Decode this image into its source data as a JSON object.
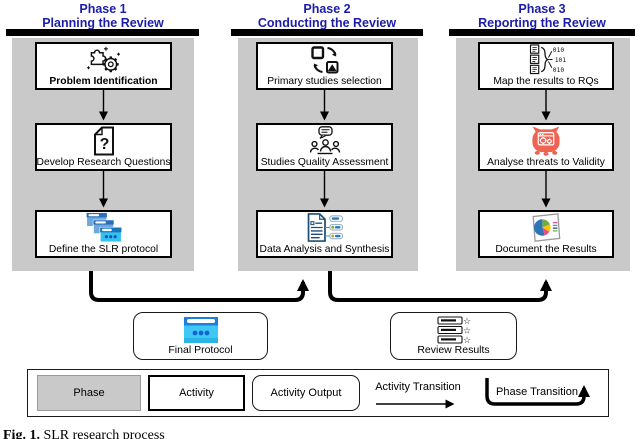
{
  "figure": {
    "caption_prefix": "Fig. 1.",
    "caption_text": "SLR research process"
  },
  "colors": {
    "phase_title_blue": "#1c1ca8",
    "panel_gray": "#c9c9c9",
    "monster_red": "#ee6352",
    "window_header_blue": "#1b75bc",
    "window_cyan": "#33c1f0",
    "document_navy": "#1f4e79",
    "pie_blue": "#2e75b6",
    "pie_green": "#70ad47",
    "pie_yellow": "#ffc000",
    "pie_pink": "#e84f8a"
  },
  "phases": [
    {
      "id": "phase-1",
      "title_line1": "Phase 1",
      "title_line2": "Planning the Review",
      "activities": [
        {
          "label": "Problem Identification",
          "icon": "puzzle-gear-icon"
        },
        {
          "label": "Develop Research Questions",
          "icon": "question-document-icon"
        },
        {
          "label": "Define the SLR protocol",
          "icon": "cascading-windows-icon"
        }
      ]
    },
    {
      "id": "phase-2",
      "title_line1": "Phase 2",
      "title_line2": "Conducting the Review",
      "activities": [
        {
          "label": "Primary studies selection",
          "icon": "shape-conversion-icon"
        },
        {
          "label": "Studies Quality Assessment",
          "icon": "team-discussion-icon"
        },
        {
          "label": "Data Analysis and Synthesis",
          "icon": "document-analysis-icon"
        }
      ]
    },
    {
      "id": "phase-3",
      "title_line1": "Phase 3",
      "title_line2": "Reporting the Review",
      "activities": [
        {
          "label": "Map the results to RQs",
          "icon": "results-mapping-icon"
        },
        {
          "label": "Analyse threats to Validity",
          "icon": "threat-monster-icon"
        },
        {
          "label": "Document the Results",
          "icon": "pie-chart-report-icon"
        }
      ]
    }
  ],
  "outputs": [
    {
      "label": "Final Protocol",
      "icon": "protocol-window-icon"
    },
    {
      "label": "Review Results",
      "icon": "rated-comments-icon"
    }
  ],
  "legend": {
    "phase": "Phase",
    "activity": "Activity",
    "activity_output": "Activity Output",
    "activity_transition": "Activity Transition",
    "phase_transition": "Phase Transition"
  }
}
